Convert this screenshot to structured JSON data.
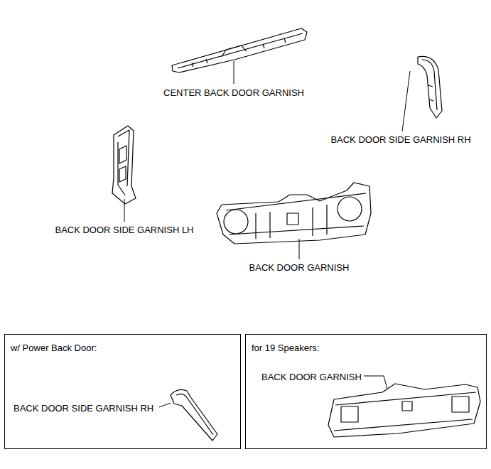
{
  "diagram": {
    "nodes": [
      {
        "text": [
          "w/ Power Back Door:",
          "BACK DOOR SIDE GARNISH RH"
        ]
      },
      {
        "text": [
          "for 19 Speakers:",
          "BACK DOOR GARNISH"
        ]
      }
    ],
    "labels": [
      "CENTER BACK DOOR GARNISH",
      "BACK DOOR SIDE GARNISH RH",
      "BACK DOOR SIDE GARNISH LH",
      "BACK DOOR GARNISH"
    ]
  }
}
